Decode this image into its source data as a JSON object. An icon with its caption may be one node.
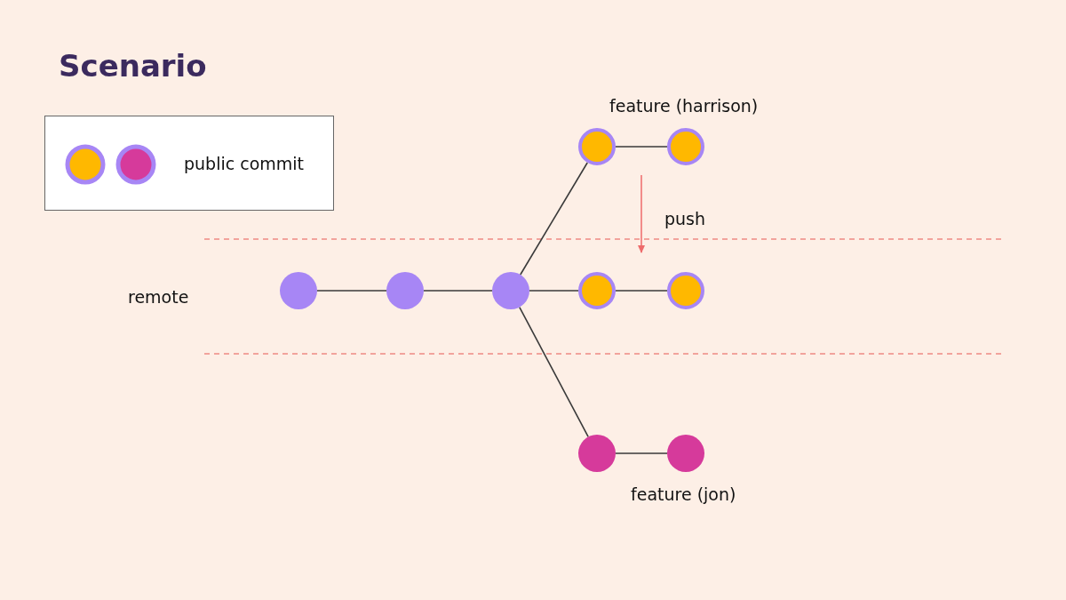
{
  "diagram": {
    "title": "Scenario",
    "nodes": [
      {
        "text": [],
        "shape": "circle"
      },
      {
        "text": [],
        "shape": "circle"
      },
      {
        "text": [],
        "shape": "circle"
      },
      {
        "text": [],
        "shape": "circle"
      },
      {
        "text": [],
        "shape": "circle"
      },
      {
        "text": [],
        "shape": "circle"
      },
      {
        "text": [],
        "shape": "circle"
      },
      {
        "text": [],
        "shape": "circle"
      },
      {
        "text": [],
        "shape": "circle"
      }
    ],
    "edges": [
      {
        "from": 2,
        "to": 3,
        "arrow": "none"
      },
      {
        "from": 3,
        "to": 4,
        "arrow": "none"
      },
      {
        "from": 4,
        "to": 0,
        "arrow": "none"
      },
      {
        "from": 4,
        "to": 5,
        "arrow": "none"
      },
      {
        "from": 4,
        "to": 7,
        "arrow": "none"
      },
      {
        "from": 0,
        "to": 1,
        "arrow": "none"
      },
      {
        "from": 5,
        "to": 6,
        "arrow": "none"
      },
      {
        "from": 7,
        "to": 8,
        "arrow": "none"
      }
    ],
    "labels": [
      "feature (harrison)",
      "push",
      "remote",
      "feature (jon)"
    ],
    "legend": [
      {
        "text": "public commit"
      }
    ]
  }
}
